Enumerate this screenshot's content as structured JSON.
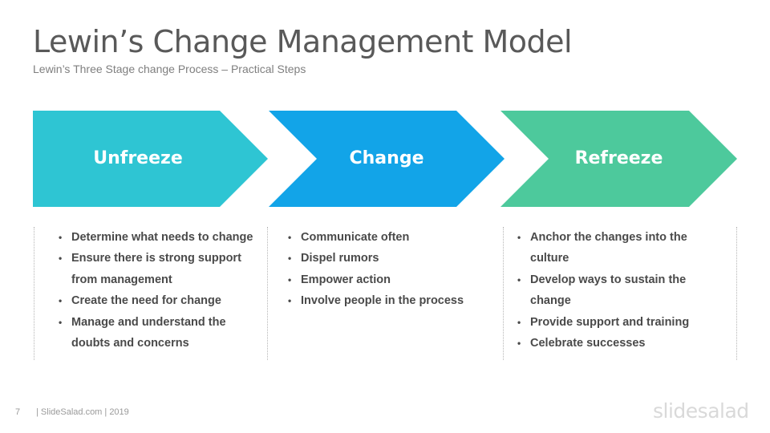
{
  "title": "Lewin’s Change Management Model",
  "subtitle": "Lewin’s  Three Stage change Process – Practical Steps",
  "stages": [
    {
      "label": "Unfreeze",
      "color": "#2ec5d3",
      "items": [
        "Determine what needs to change",
        "Ensure there is strong support from management",
        "Create the need for change",
        "Manage and understand the doubts and concerns"
      ]
    },
    {
      "label": "Change",
      "color": "#12a4e8",
      "items": [
        "Communicate often",
        "Dispel rumors",
        "Empower action",
        "Involve people in the process"
      ]
    },
    {
      "label": "Refreeze",
      "color": "#4dc99c",
      "items": [
        "Anchor the changes into the culture",
        "Develop ways to sustain the change",
        "Provide support and training",
        "Celebrate successes"
      ]
    }
  ],
  "footer": {
    "page_number": "7",
    "text": "| SlideSalad.com | 2019",
    "logo": "slidesalad"
  }
}
